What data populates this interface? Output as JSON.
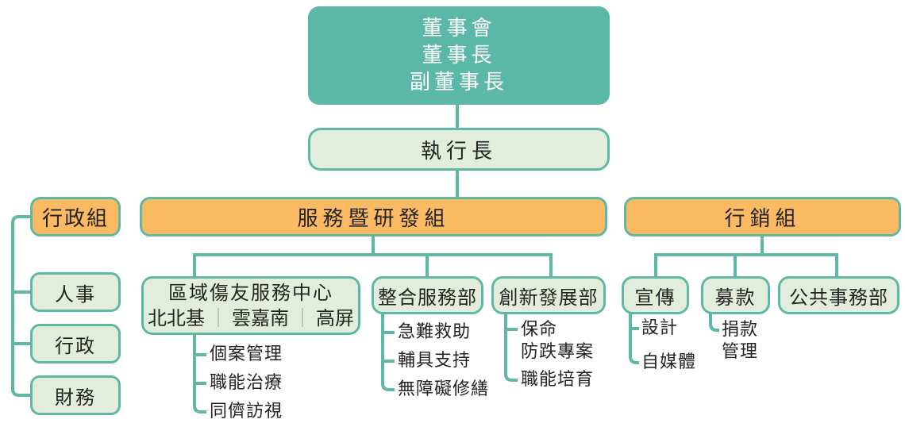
{
  "colors": {
    "teal_fill": "#5cb8a6",
    "orange_fill": "#fab963",
    "light_green_fill": "#e3eddc",
    "connector_line": "#5fb8a6",
    "text_dark": "#232321",
    "text_on_teal": "#ffffff",
    "subtitle_separator_gray": "#9b9b9b"
  },
  "board": {
    "lines": [
      "董事會",
      "董事長",
      "副董事長"
    ]
  },
  "ceo": {
    "label": "執行長"
  },
  "groups": {
    "admin": {
      "label": "行政組",
      "children": [
        {
          "label": "人事"
        },
        {
          "label": "行政"
        },
        {
          "label": "財務"
        }
      ]
    },
    "service": {
      "label": "服務暨研發組",
      "children": [
        {
          "title": "區域傷友服務中心",
          "subtitle": {
            "p1": "北北基",
            "p2": "雲嘉南",
            "p3": "高屏",
            "sep": "｜"
          },
          "items": [
            "個案管理",
            "職能治療",
            "同儕訪視"
          ]
        },
        {
          "title": "整合服務部",
          "items": [
            "急難救助",
            "輔具支持",
            "無障礙修繕"
          ]
        },
        {
          "title": "創新發展部",
          "items": [
            "保命\n防跌專案",
            "職能培育"
          ]
        }
      ]
    },
    "marketing": {
      "label": "行銷組",
      "children": [
        {
          "title": "宣傳",
          "items": [
            "設計",
            "自媒體"
          ]
        },
        {
          "title": "募款",
          "items": [
            "捐款\n管理"
          ]
        },
        {
          "title": "公共事務部",
          "items": []
        }
      ]
    }
  }
}
